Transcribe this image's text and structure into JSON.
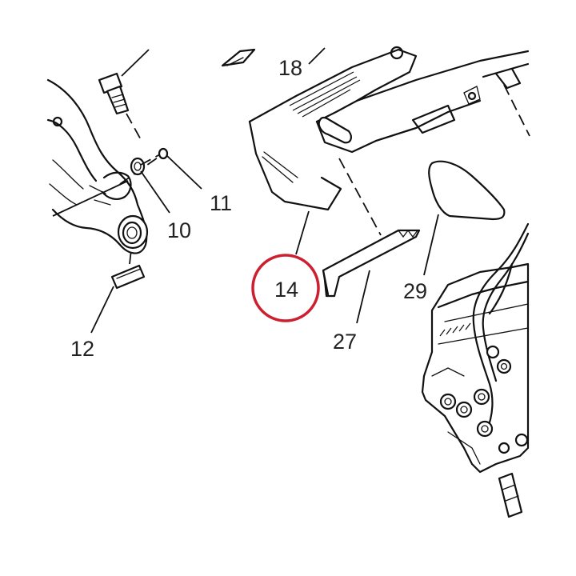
{
  "diagram": {
    "callouts": [
      {
        "id": "18",
        "label": "18"
      },
      {
        "id": "11",
        "label": "11"
      },
      {
        "id": "10",
        "label": "10"
      },
      {
        "id": "12",
        "label": "12"
      },
      {
        "id": "14",
        "label": "14"
      },
      {
        "id": "27",
        "label": "27"
      },
      {
        "id": "29",
        "label": "29"
      }
    ],
    "highlight": {
      "target": "14",
      "color": "#cc1f2f"
    },
    "line_color": "#111111"
  }
}
